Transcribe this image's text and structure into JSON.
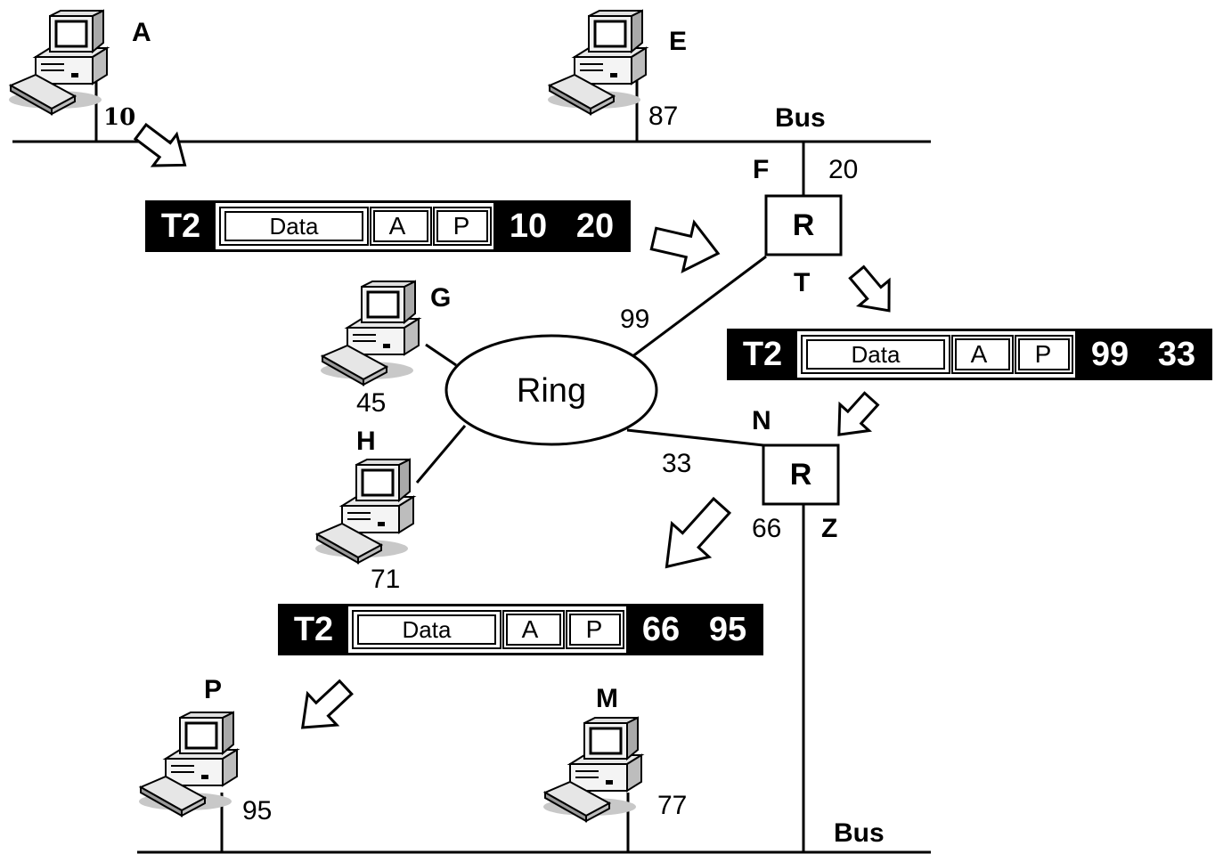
{
  "buses": {
    "top_label": "Bus",
    "bottom_label": "Bus"
  },
  "computers": [
    {
      "id": "A",
      "label": "A",
      "address": "10"
    },
    {
      "id": "E",
      "label": "E",
      "address": "87"
    },
    {
      "id": "G",
      "label": "G",
      "address": "45"
    },
    {
      "id": "H",
      "label": "H",
      "address": "71"
    },
    {
      "id": "P",
      "label": "P",
      "address": "95"
    },
    {
      "id": "M",
      "label": "M",
      "address": "77"
    }
  ],
  "ring": {
    "label": "Ring"
  },
  "routers": [
    {
      "id": "router-1",
      "label": "R",
      "name_top": "F",
      "name_bottom": "T",
      "addr_bus": "20",
      "addr_ring": "99"
    },
    {
      "id": "router-2",
      "label": "R",
      "name_top": "N",
      "name_bottom": "Z",
      "addr_ring": "33",
      "addr_bus": "66"
    }
  ],
  "packets": [
    {
      "id": "packet-1",
      "type": "T2",
      "fields": [
        "Data",
        "A",
        "P"
      ],
      "src": "10",
      "dst": "20"
    },
    {
      "id": "packet-2",
      "type": "T2",
      "fields": [
        "Data",
        "A",
        "P"
      ],
      "src": "99",
      "dst": "33"
    },
    {
      "id": "packet-3",
      "type": "T2",
      "fields": [
        "Data",
        "A",
        "P"
      ],
      "src": "66",
      "dst": "95"
    }
  ]
}
